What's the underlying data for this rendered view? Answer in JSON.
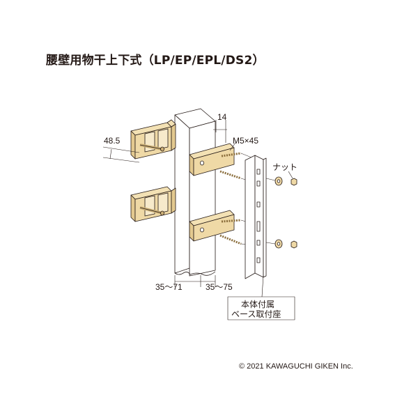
{
  "title": "腰壁用物干上下式（LP/EP/EPL/DS2）",
  "labels": {
    "dim_48_5": "48.5",
    "dim_14": "14",
    "bolt": "M5×45",
    "nut": "ナット",
    "range_left": "35～71",
    "range_right": "35～75",
    "base_line1": "本体付属",
    "base_line2": "ベース取付座"
  },
  "copyright": "© 2021 KAWAGUCHI GIKEN Inc.",
  "colors": {
    "wood": "#efd9a6",
    "wood_dark": "#d9bd82",
    "line": "#231815",
    "post": "#ffffff"
  }
}
